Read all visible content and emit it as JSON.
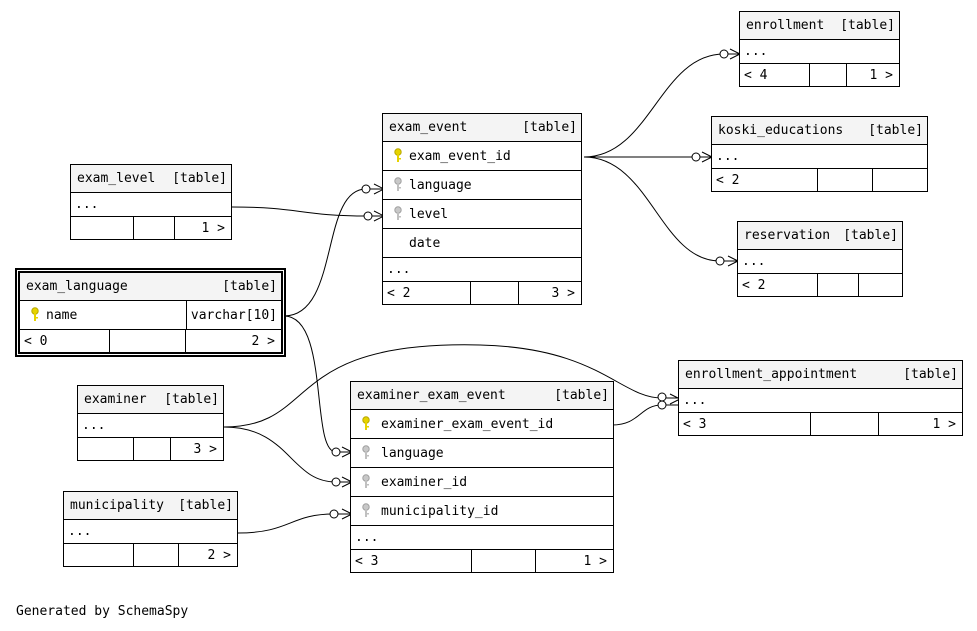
{
  "tag": "[table]",
  "footer": "Generated by SchemaSpy",
  "ellipsis": "...",
  "tables": {
    "exam_event": {
      "name": "exam_event",
      "columns": [
        "exam_event_id",
        "language",
        "level",
        "date"
      ],
      "parents": "< 2",
      "children": "3 >"
    },
    "enrollment": {
      "name": "enrollment",
      "parents": "< 4",
      "children": "1 >"
    },
    "koski_educations": {
      "name": "koski_educations",
      "parents": "< 2",
      "children": ""
    },
    "reservation": {
      "name": "reservation",
      "parents": "< 2",
      "children": ""
    },
    "exam_level": {
      "name": "exam_level",
      "parents": "",
      "children": "1 >"
    },
    "exam_language": {
      "name": "exam_language",
      "column": "name",
      "type": "varchar[10]",
      "parents": "< 0",
      "children": "2 >"
    },
    "examiner": {
      "name": "examiner",
      "parents": "",
      "children": "3 >"
    },
    "municipality": {
      "name": "municipality",
      "parents": "",
      "children": "2 >"
    },
    "examiner_exam_event": {
      "name": "examiner_exam_event",
      "columns": [
        "examiner_exam_event_id",
        "language",
        "examiner_id",
        "municipality_id"
      ],
      "parents": "< 3",
      "children": "1 >"
    },
    "enrollment_appointment": {
      "name": "enrollment_appointment",
      "parents": "< 3",
      "children": "1 >"
    }
  },
  "colors": {
    "primary_key": "#e6d300",
    "foreign_key": "#b4b4b4",
    "header": "#f4f4f4"
  }
}
